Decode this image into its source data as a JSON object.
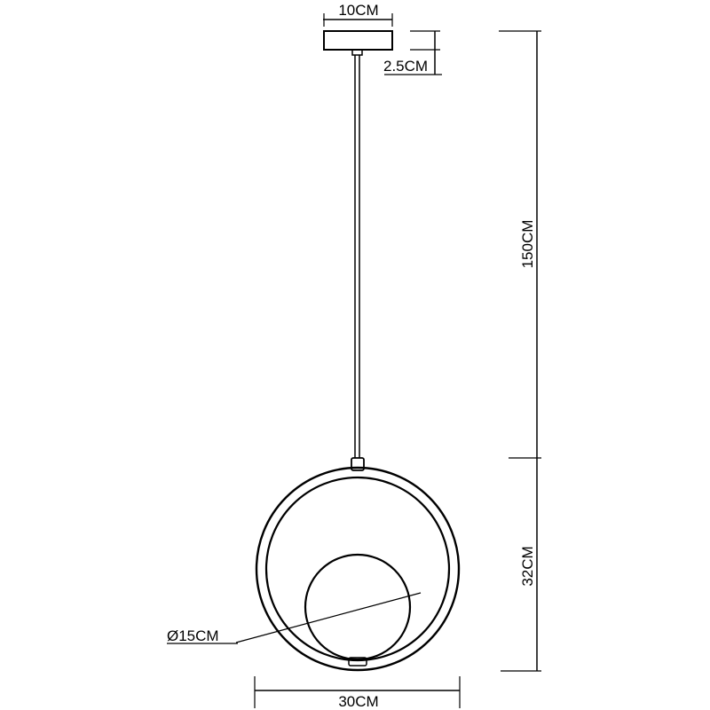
{
  "drawing": {
    "canopy_width": "10CM",
    "canopy_height": "2.5CM",
    "cable_length": "150CM",
    "lamp_height": "32CM",
    "globe_diameter": "Ø15CM",
    "ring_width": "30CM"
  },
  "colors": {
    "ink": "#000000",
    "background": "#ffffff"
  }
}
